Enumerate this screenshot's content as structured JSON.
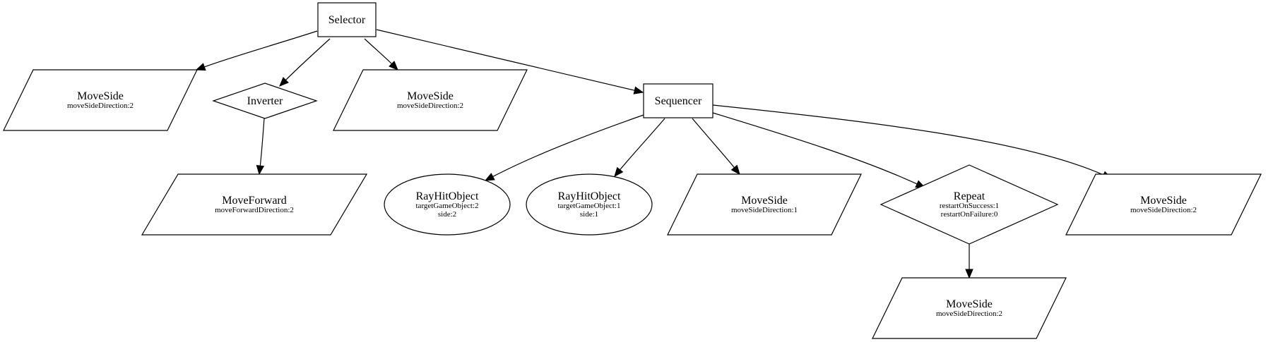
{
  "diagram": {
    "nodes": [
      {
        "id": "selector",
        "shape": "box",
        "title": "Selector",
        "params": []
      },
      {
        "id": "moveside_a",
        "shape": "parallelogram",
        "title": "MoveSide",
        "params": [
          "moveSideDirection:2"
        ]
      },
      {
        "id": "inverter",
        "shape": "diamond",
        "title": "Inverter",
        "params": []
      },
      {
        "id": "moveside_b",
        "shape": "parallelogram",
        "title": "MoveSide",
        "params": [
          "moveSideDirection:2"
        ]
      },
      {
        "id": "sequencer",
        "shape": "box",
        "title": "Sequencer",
        "params": []
      },
      {
        "id": "moveforward",
        "shape": "parallelogram",
        "title": "MoveForward",
        "params": [
          "moveForwardDirection:2"
        ]
      },
      {
        "id": "rayhit_a",
        "shape": "ellipse",
        "title": "RayHitObject",
        "params": [
          "targetGameObject:2",
          "side:2"
        ]
      },
      {
        "id": "rayhit_b",
        "shape": "ellipse",
        "title": "RayHitObject",
        "params": [
          "targetGameObject:1",
          "side:1"
        ]
      },
      {
        "id": "moveside_c",
        "shape": "parallelogram",
        "title": "MoveSide",
        "params": [
          "moveSideDirection:1"
        ]
      },
      {
        "id": "repeat",
        "shape": "diamond",
        "title": "Repeat",
        "params": [
          "restartOnSuccess:1",
          "restartOnFailure:0"
        ]
      },
      {
        "id": "moveside_d",
        "shape": "parallelogram",
        "title": "MoveSide",
        "params": [
          "moveSideDirection:2"
        ]
      },
      {
        "id": "moveside_e",
        "shape": "parallelogram",
        "title": "MoveSide",
        "params": [
          "moveSideDirection:2"
        ]
      }
    ],
    "edges": [
      {
        "from": "selector",
        "to": "moveside_a"
      },
      {
        "from": "selector",
        "to": "inverter"
      },
      {
        "from": "selector",
        "to": "moveside_b"
      },
      {
        "from": "selector",
        "to": "sequencer"
      },
      {
        "from": "inverter",
        "to": "moveforward"
      },
      {
        "from": "sequencer",
        "to": "rayhit_a"
      },
      {
        "from": "sequencer",
        "to": "rayhit_b"
      },
      {
        "from": "sequencer",
        "to": "moveside_c"
      },
      {
        "from": "sequencer",
        "to": "repeat"
      },
      {
        "from": "sequencer",
        "to": "moveside_e"
      },
      {
        "from": "repeat",
        "to": "moveside_d"
      }
    ]
  }
}
